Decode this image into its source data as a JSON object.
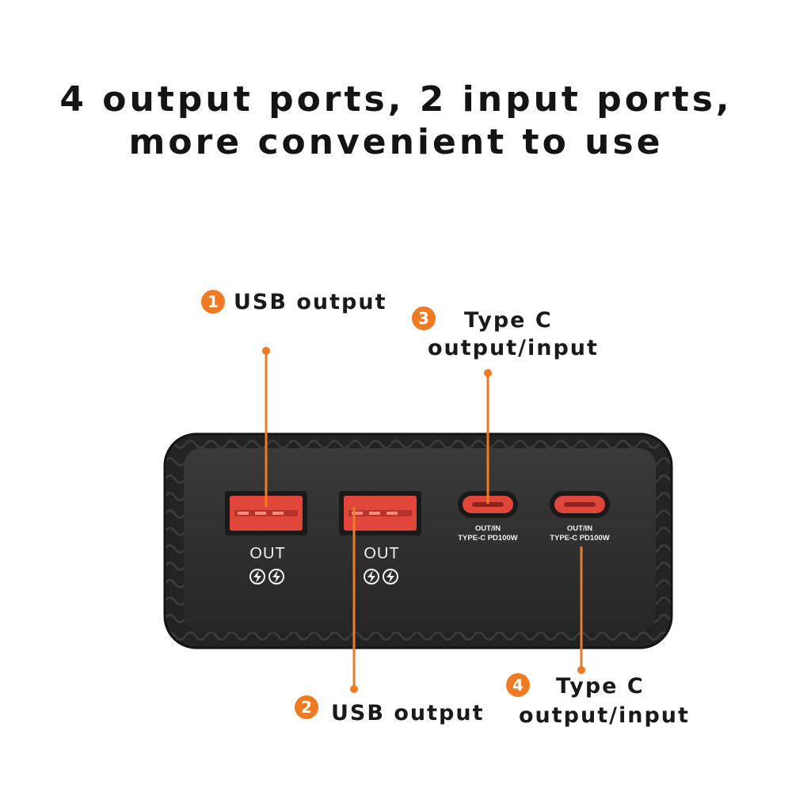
{
  "headline": {
    "line1": "4 output ports, 2 input ports,",
    "line2": "more convenient to use"
  },
  "callouts": [
    {
      "number": "1",
      "line1": "USB output",
      "line2": ""
    },
    {
      "number": "2",
      "line1": "USB output",
      "line2": ""
    },
    {
      "number": "3",
      "line1": "Type C",
      "line2": "output/input"
    },
    {
      "number": "4",
      "line1": "Type C",
      "line2": "output/input"
    }
  ],
  "device": {
    "usb_port_label": "OUT",
    "typec_port_label_line1": "OUT/IN",
    "typec_port_label_line2": "TYPE-C PD100W",
    "fast_charge_icon": "lightning-bolt-icon"
  },
  "colors": {
    "accent": "#f07a21",
    "device_body": "#2b2b2b",
    "usb_port": "#e0473a",
    "text": "#141414"
  }
}
